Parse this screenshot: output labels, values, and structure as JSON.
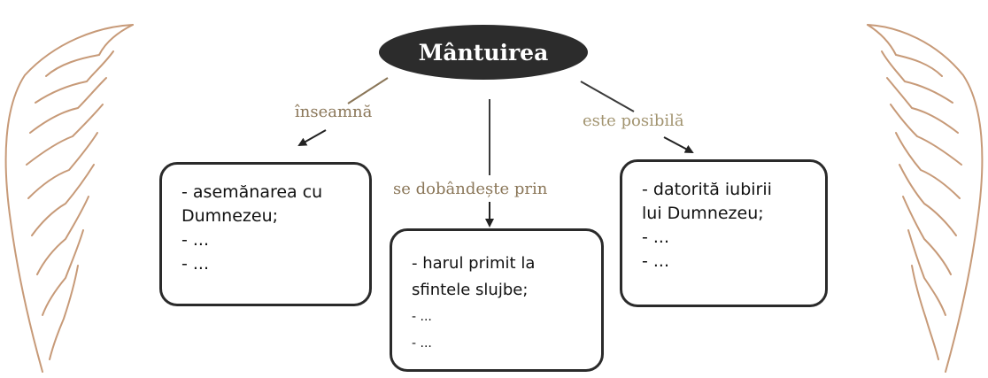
{
  "root": {
    "label": "Mântuirea"
  },
  "edges": {
    "left": "înseamnă",
    "middle": "se dobândește prin",
    "right": "este posibilă"
  },
  "boxes": {
    "left": [
      "- asemănarea cu",
      "Dumnezeu;",
      "- ...",
      "- ..."
    ],
    "middle": [
      "- harul primit la",
      "sfintele slujbe;",
      "- ...",
      "- ..."
    ],
    "right": [
      "- datorită iubirii",
      "lui Dumnezeu;",
      "- ...",
      "- ..."
    ]
  },
  "decorations": {
    "wing_icon": "angel-wing-icon",
    "wing_color": "#c79a78",
    "node_color": "#2c2c2c"
  }
}
